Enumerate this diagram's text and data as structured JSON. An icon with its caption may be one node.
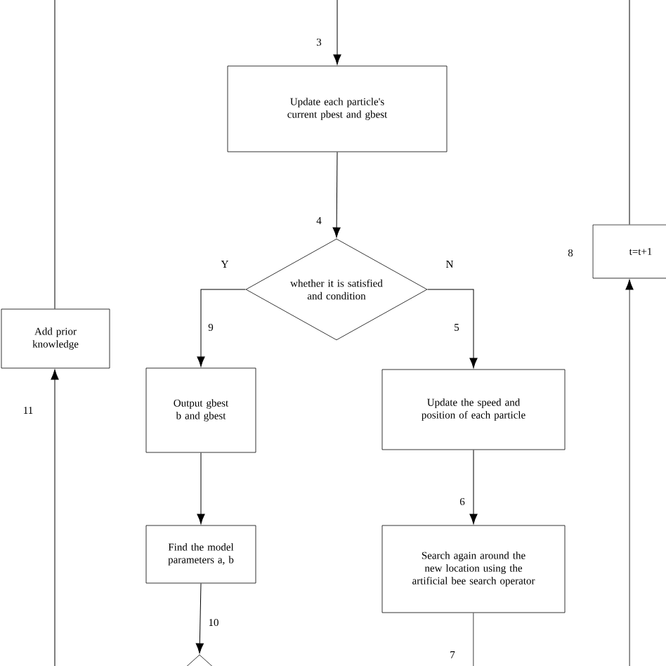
{
  "diagram": {
    "nodes": [
      {
        "text": [
          "Update each particle's current pbest and gbest"
        ]
      },
      {
        "text": [
          "whether it is satisfied and condition"
        ]
      },
      {
        "text": [
          "Output gbest b and gbest"
        ]
      },
      {
        "text": [
          "Update the speed and position of each particle"
        ]
      },
      {
        "text": [
          "Find the model parameters a, b"
        ]
      },
      {
        "text": [
          "Search again around the new location using the artificial bee search operator"
        ]
      },
      {
        "text": [
          "Add prior knowledge"
        ]
      },
      {
        "text": [
          "t=t+1"
        ]
      },
      {
        "text": [],
        "shape": "diamond"
      }
    ],
    "edges": [
      {
        "from": null,
        "to": 0,
        "arrow": "to"
      },
      {
        "from": 0,
        "to": 1,
        "arrow": "to"
      },
      {
        "from": 1,
        "to": 2,
        "arrow": "to",
        "label": "Y"
      },
      {
        "from": 1,
        "to": 3,
        "arrow": "to",
        "label": "N"
      },
      {
        "from": 2,
        "to": 4,
        "arrow": "to"
      },
      {
        "from": 3,
        "to": 5,
        "arrow": "to"
      },
      {
        "from": 4,
        "to": 8,
        "arrow": "to"
      },
      {
        "from": 5,
        "to": null,
        "arrow": "none"
      },
      {
        "from": null,
        "to": 6,
        "arrow": "to"
      },
      {
        "from": 6,
        "to": null,
        "arrow": "none"
      },
      {
        "from": null,
        "to": 7,
        "arrow": "to"
      },
      {
        "from": 7,
        "to": null,
        "arrow": "none"
      }
    ],
    "labels": [
      "3",
      "4",
      "9",
      "5",
      "11",
      "8",
      "6",
      "10",
      "7"
    ]
  }
}
